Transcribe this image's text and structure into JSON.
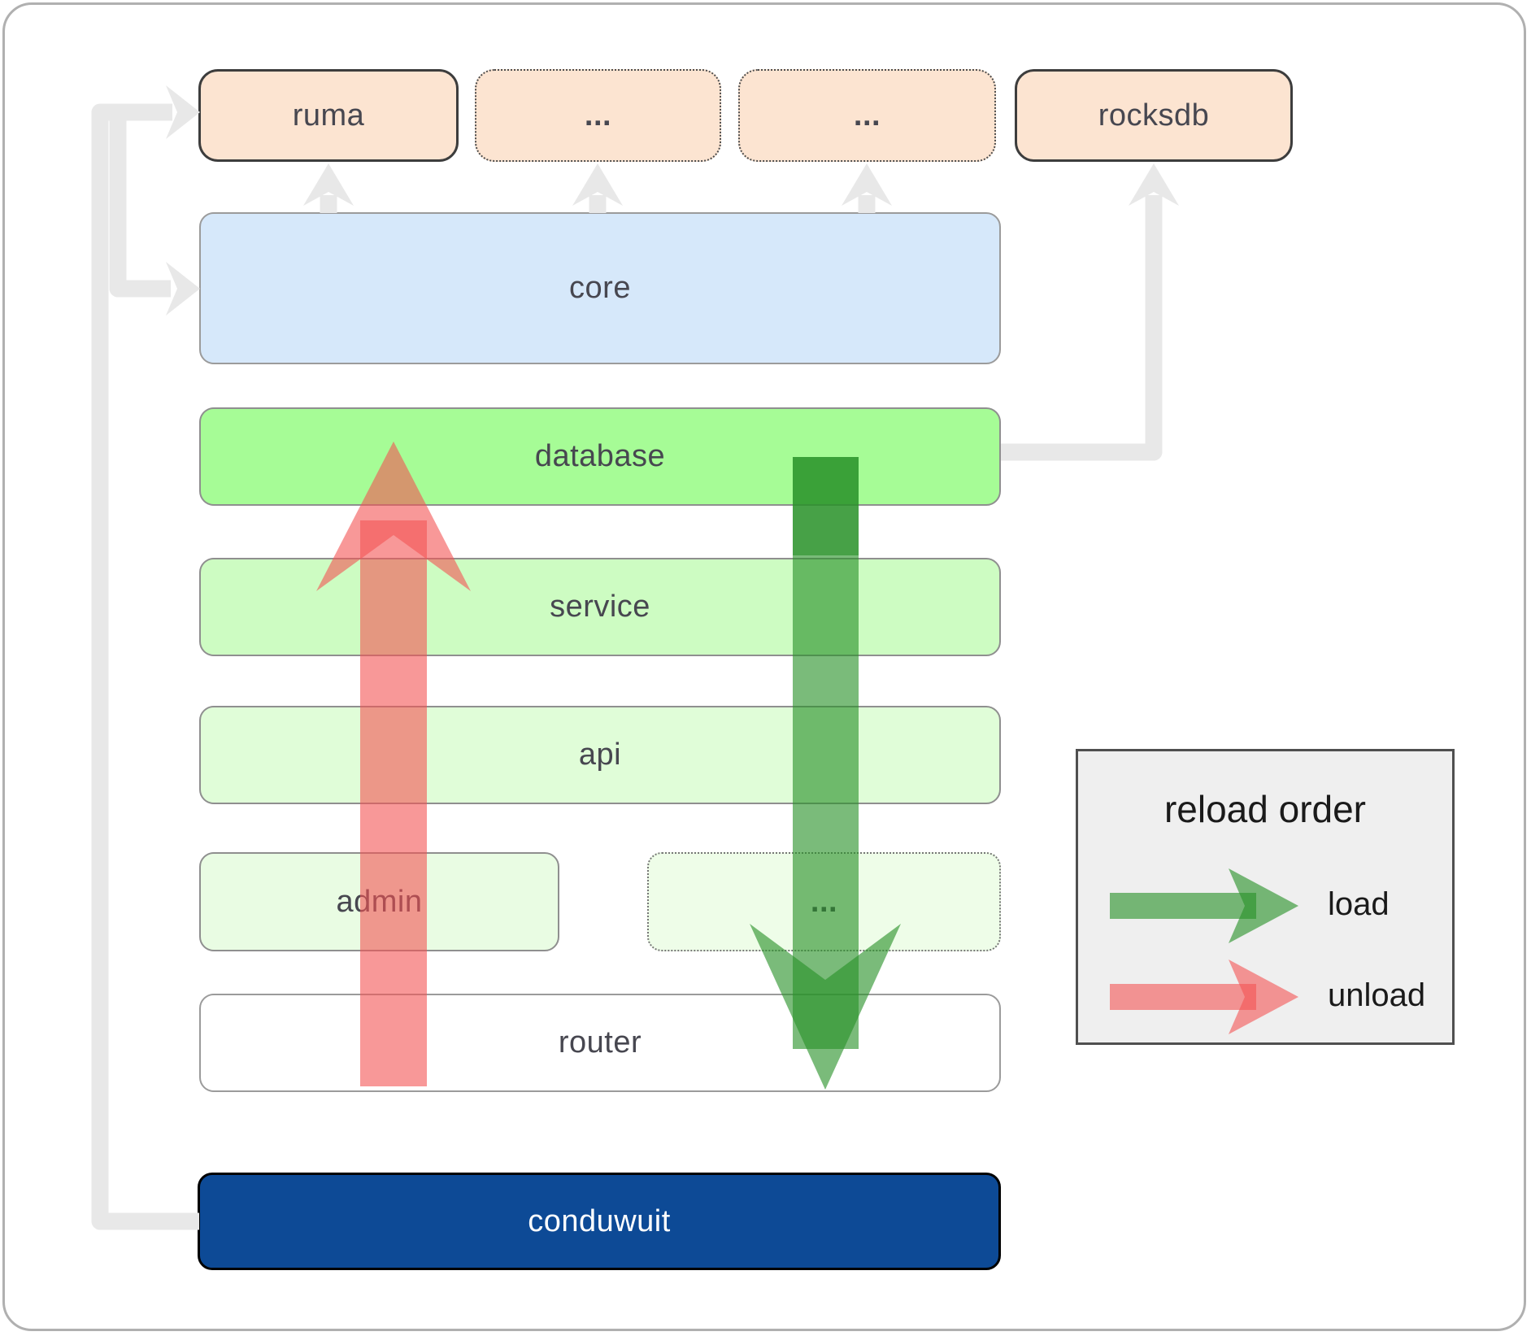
{
  "nodes": {
    "ruma": {
      "label": "ruma"
    },
    "extra_top_1": {
      "label": "..."
    },
    "extra_top_2": {
      "label": "..."
    },
    "rocksdb": {
      "label": "rocksdb"
    },
    "core": {
      "label": "core"
    },
    "database": {
      "label": "database"
    },
    "service": {
      "label": "service"
    },
    "api": {
      "label": "api"
    },
    "admin": {
      "label": "admin"
    },
    "extra_mid": {
      "label": "..."
    },
    "router": {
      "label": "router"
    },
    "conduwuit": {
      "label": "conduwuit"
    }
  },
  "legend": {
    "title": "reload order",
    "items": [
      {
        "label": "load",
        "color": "#289128"
      },
      {
        "label": "unload",
        "color": "#f45454"
      }
    ]
  },
  "colors": {
    "peach_box": "#fce4d1",
    "core_box": "#d6e8fa",
    "database_box": "#a6fc96",
    "service_box": "#cdfcc2",
    "api_box": "#e0fdd8",
    "admin_box": "#e9fce3",
    "router_box": "#ffffff",
    "conduwuit_box": "#0d4a96",
    "dependency_arrow": "#e8e8e8",
    "load_arrow": "#289128",
    "unload_arrow": "#f45454",
    "legend_background": "#efefef",
    "label_text": "#474750"
  }
}
